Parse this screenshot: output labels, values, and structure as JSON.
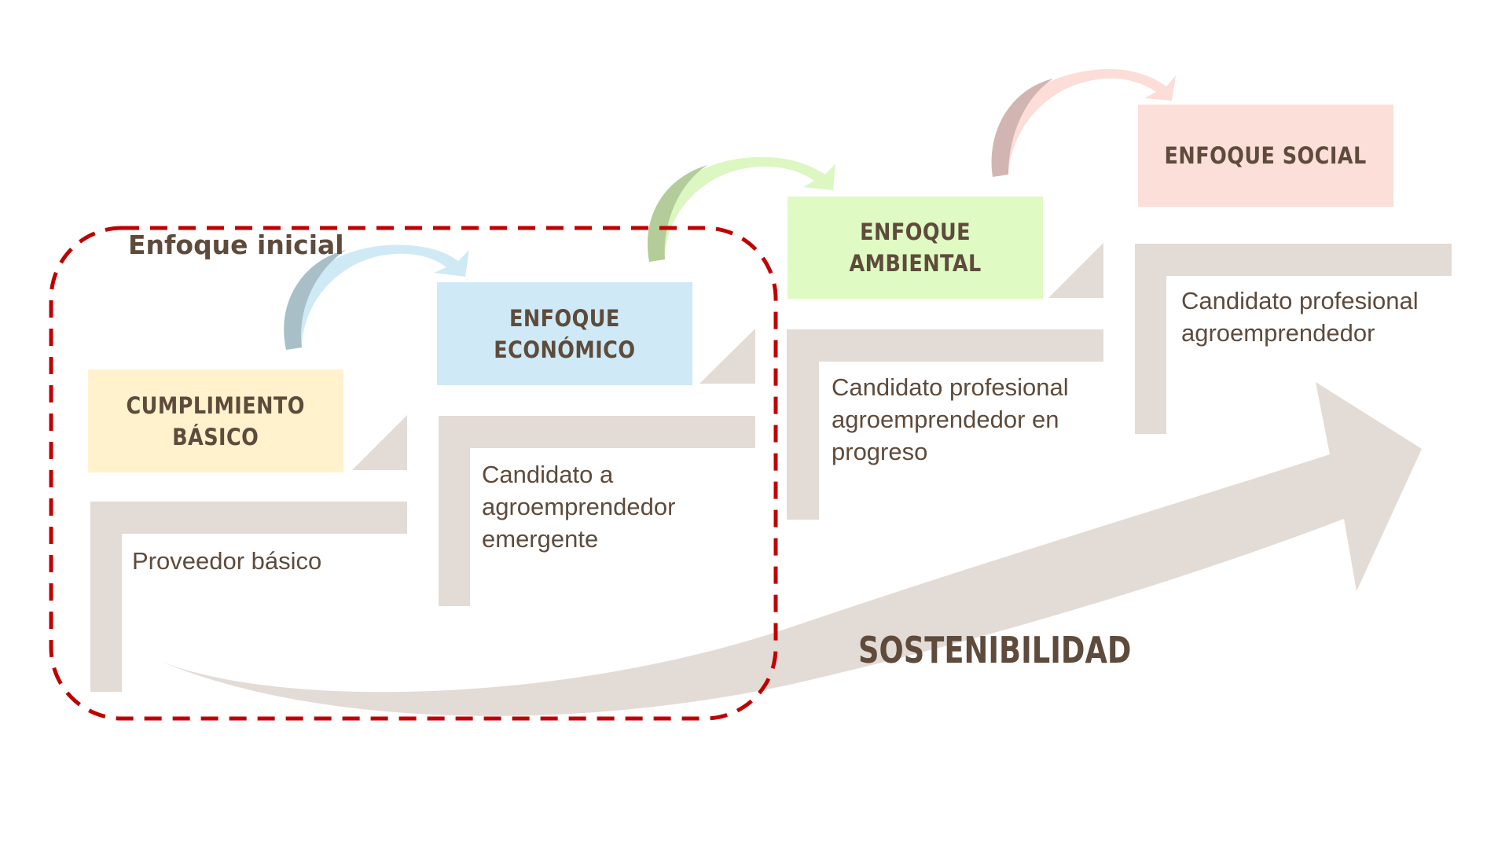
{
  "group_label": "Enfoque inicial",
  "stages": [
    {
      "id": "cumplimiento",
      "title_lines": [
        "CUMPLIMIENTO",
        "BÁSICO"
      ],
      "description_lines": [
        "Proveedor básico"
      ],
      "color": "#FFF2CC",
      "arrow_color": "#D0EAF5",
      "arrow_shade": "#A9BFC7"
    },
    {
      "id": "economico",
      "title_lines": [
        "ENFOQUE",
        "ECONÓMICO"
      ],
      "description_lines": [
        "Candidato a",
        "agroemprendedor",
        "emergente"
      ],
      "color": "#CFEAF6",
      "arrow_color": "#DCF7C2",
      "arrow_shade": "#B3CC9A"
    },
    {
      "id": "ambiental",
      "title_lines": [
        "ENFOQUE",
        "AMBIENTAL"
      ],
      "description_lines": [
        "Candidato profesional",
        "agroemprendedor en",
        "progreso"
      ],
      "color": "#DFFAC2",
      "arrow_color": "#FCDDD7",
      "arrow_shade": "#D2B5B2"
    },
    {
      "id": "social",
      "title_lines": [
        "ENFOQUE SOCIAL"
      ],
      "description_lines": [
        "Candidato profesional",
        "agroemprendedor"
      ],
      "color": "#FCDFD9"
    }
  ],
  "trend_label": "SOSTENIBILIDAD",
  "colors": {
    "step": "#E3DBD5",
    "text": "#5E4B3C",
    "dashed_border": "#C00000"
  }
}
